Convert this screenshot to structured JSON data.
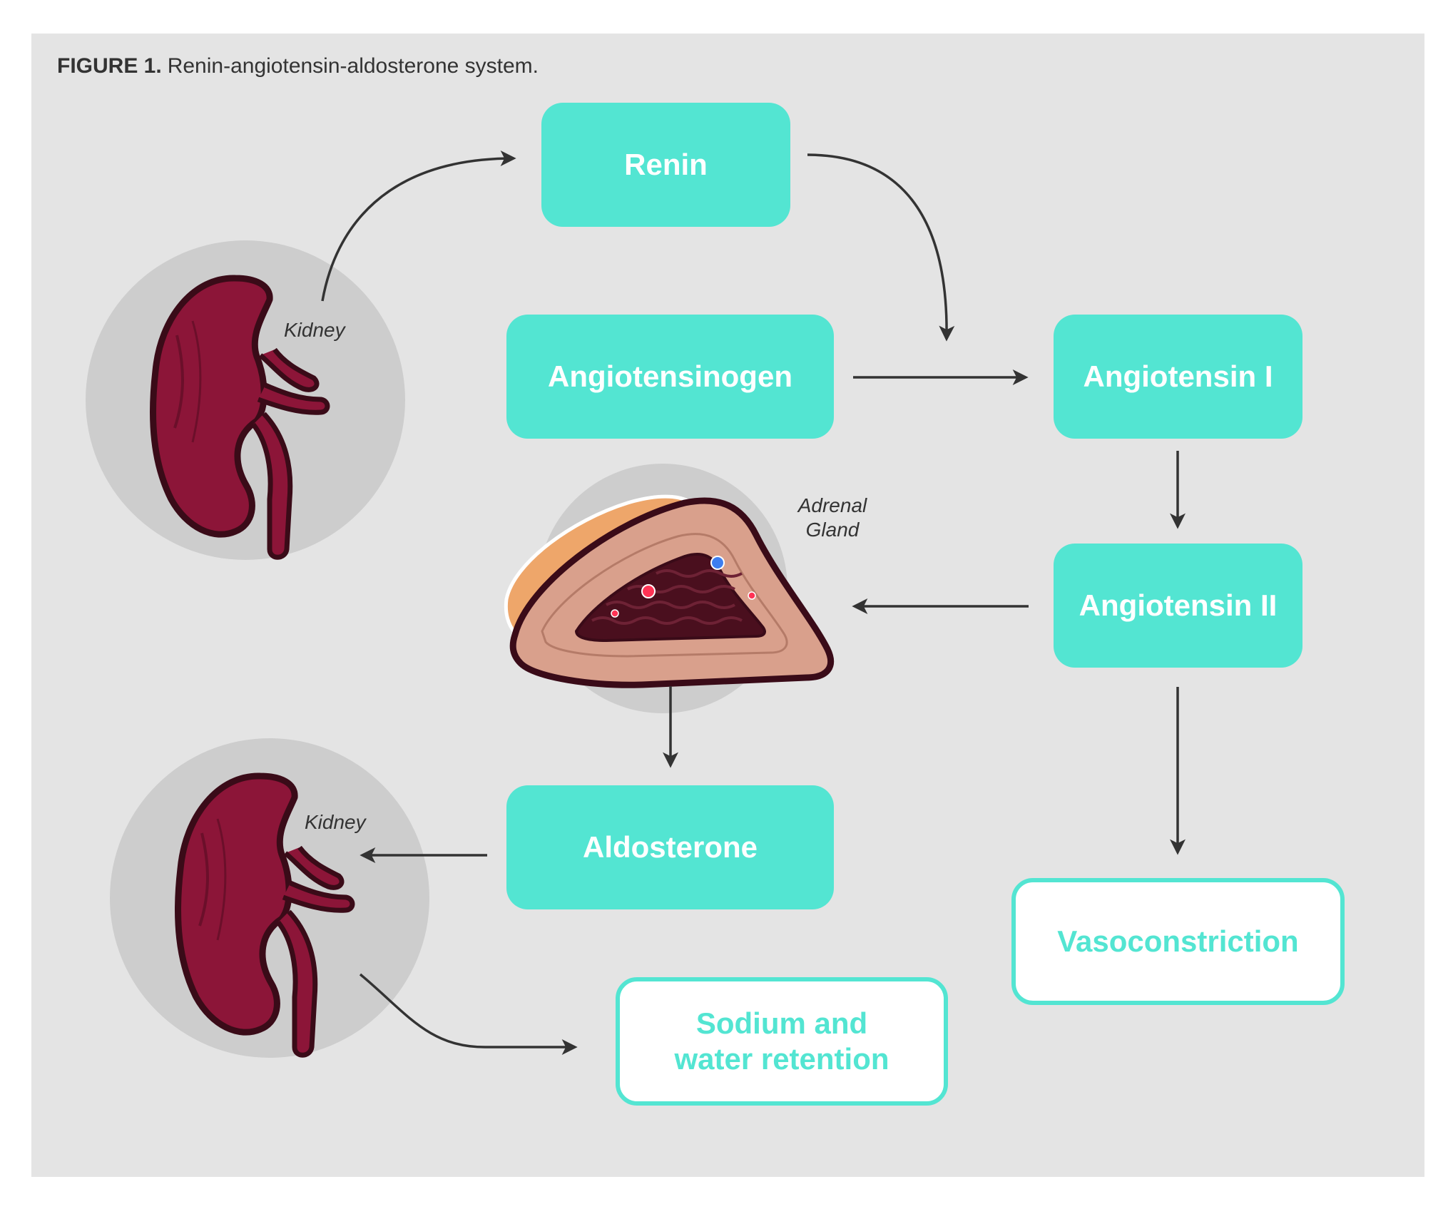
{
  "caption": {
    "lead": "FIGURE 1.",
    "text": "Renin-angiotensin-aldosterone system."
  },
  "nodes": {
    "renin": "Renin",
    "angiotensinogen": "Angiotensinogen",
    "angiotensin_1": "Angiotensin I",
    "angiotensin_2": "Angiotensin II",
    "aldosterone": "Aldosterone",
    "vasoconstriction": "Vasoconstriction",
    "sodium_retention": "Sodium and water retention"
  },
  "organ_labels": {
    "kidney_top": "Kidney",
    "adrenal_line1": "Adrenal",
    "adrenal_line2": "Gland",
    "kidney_bottom": "Kidney"
  },
  "colors": {
    "panel": "#e4e4e4",
    "box_fill": "#53e5d2",
    "box_text_filled": "#ffffff",
    "box_text_outlined": "#53e5d2",
    "kidney": "#8c1538",
    "kidney_outline": "#3a0b18",
    "adrenal_outer": "#d9a08c",
    "adrenal_medulla": "#4a0f1e",
    "adrenal_fat": "#eea66a",
    "arrow": "#333333",
    "circle_backdrop": "#cdcdcd"
  }
}
